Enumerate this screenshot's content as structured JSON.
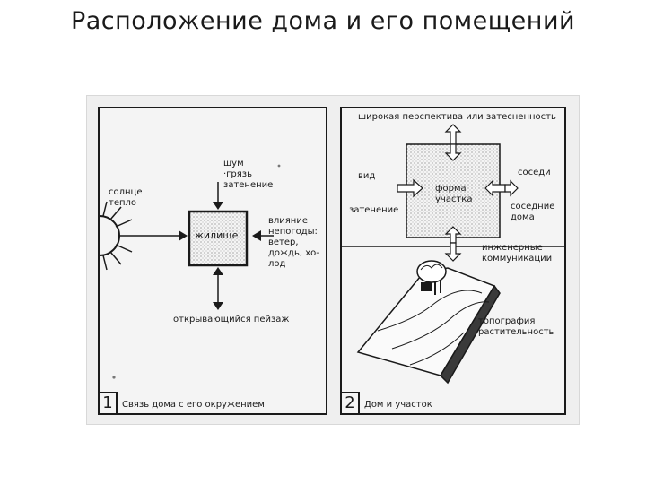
{
  "title": "Расположение дома и его помещений",
  "panel1": {
    "number": "1",
    "caption": "Связь дома с его окружением",
    "house_label": "жилище",
    "sun_label": "солнце\nтепло",
    "top_label": "шум\n·грязь\nзатенение",
    "right_label": "влияние\nнепогоды:\nветер,\nдождь, хо-\nлод",
    "bottom_label": "открывающийся пейзаж"
  },
  "panel2": {
    "number": "2",
    "caption": "Дом и участок",
    "top_label": "широкая перспектива или затесненность",
    "center_label": "форма\nучастка",
    "left_label_1": "вид",
    "left_label_2": "затенение",
    "right_label_1": "соседи",
    "right_label_2": "соседние\nдома",
    "bottom_label": "инженерные\nкоммуникации",
    "terrain_label": "топография\nрастительность"
  }
}
